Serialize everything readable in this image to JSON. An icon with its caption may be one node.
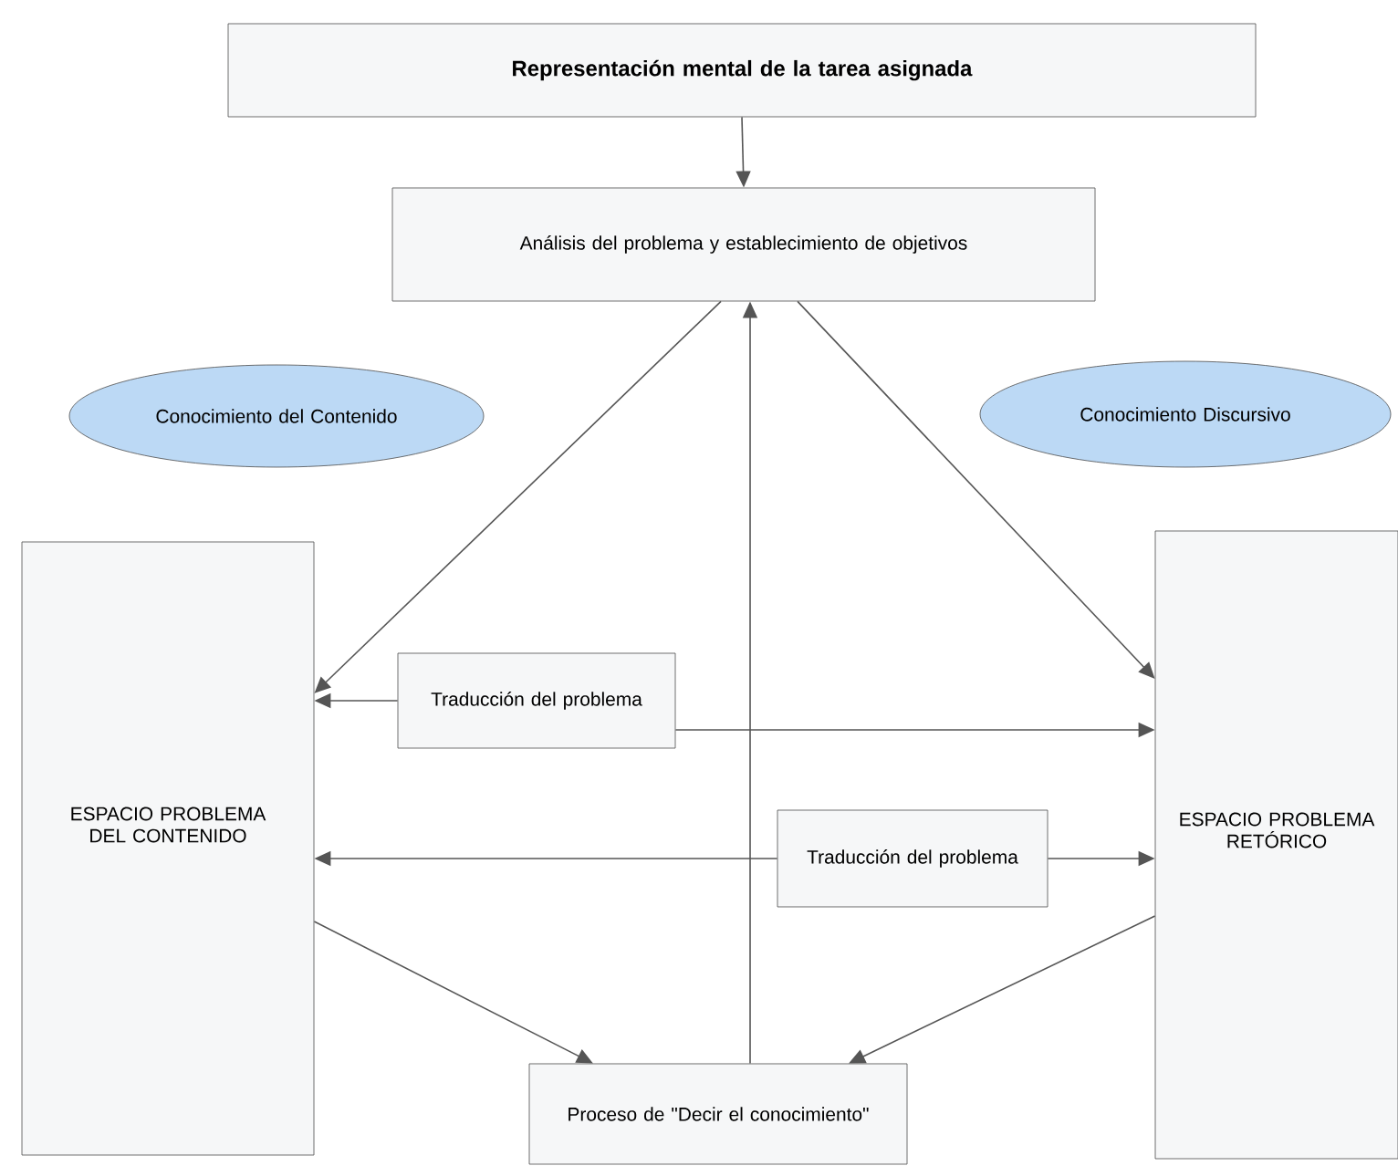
{
  "diagram": {
    "nodes": [
      {
        "text": [
          "**Representación mental de la tarea asignada**"
        ]
      },
      {
        "text": [
          "Análisis del problema y establecimiento de objetivos"
        ]
      },
      {
        "text": [
          "Conocimiento del Contenido"
        ]
      },
      {
        "text": [
          "Conocimiento Discursivo"
        ]
      },
      {
        "text": [
          "ESPACIO PROBLEMA DEL CONTENIDO"
        ]
      },
      {
        "text": [
          "Traducción del problema"
        ]
      },
      {
        "text": [
          "Traducción del problema"
        ]
      },
      {
        "text": [
          "ESPACIO PROBLEMA RETÓRICO"
        ]
      },
      {
        "text": [
          "Proceso de \"Decir el conocimiento\""
        ]
      }
    ],
    "edges": [
      {
        "from": 0,
        "to": 1,
        "arrow": "to"
      },
      {
        "from": 1,
        "to": 4,
        "arrow": "to"
      },
      {
        "from": 1,
        "to": 7,
        "arrow": "to"
      },
      {
        "from": 8,
        "to": 1,
        "arrow": "to"
      },
      {
        "from": 5,
        "to": 4,
        "arrow": "to"
      },
      {
        "from": 5,
        "to": 7,
        "arrow": "to"
      },
      {
        "from": 6,
        "to": 4,
        "arrow": "to"
      },
      {
        "from": 6,
        "to": 7,
        "arrow": "to"
      },
      {
        "from": 4,
        "to": 8,
        "arrow": "to"
      },
      {
        "from": 7,
        "to": 8,
        "arrow": "to"
      }
    ]
  }
}
